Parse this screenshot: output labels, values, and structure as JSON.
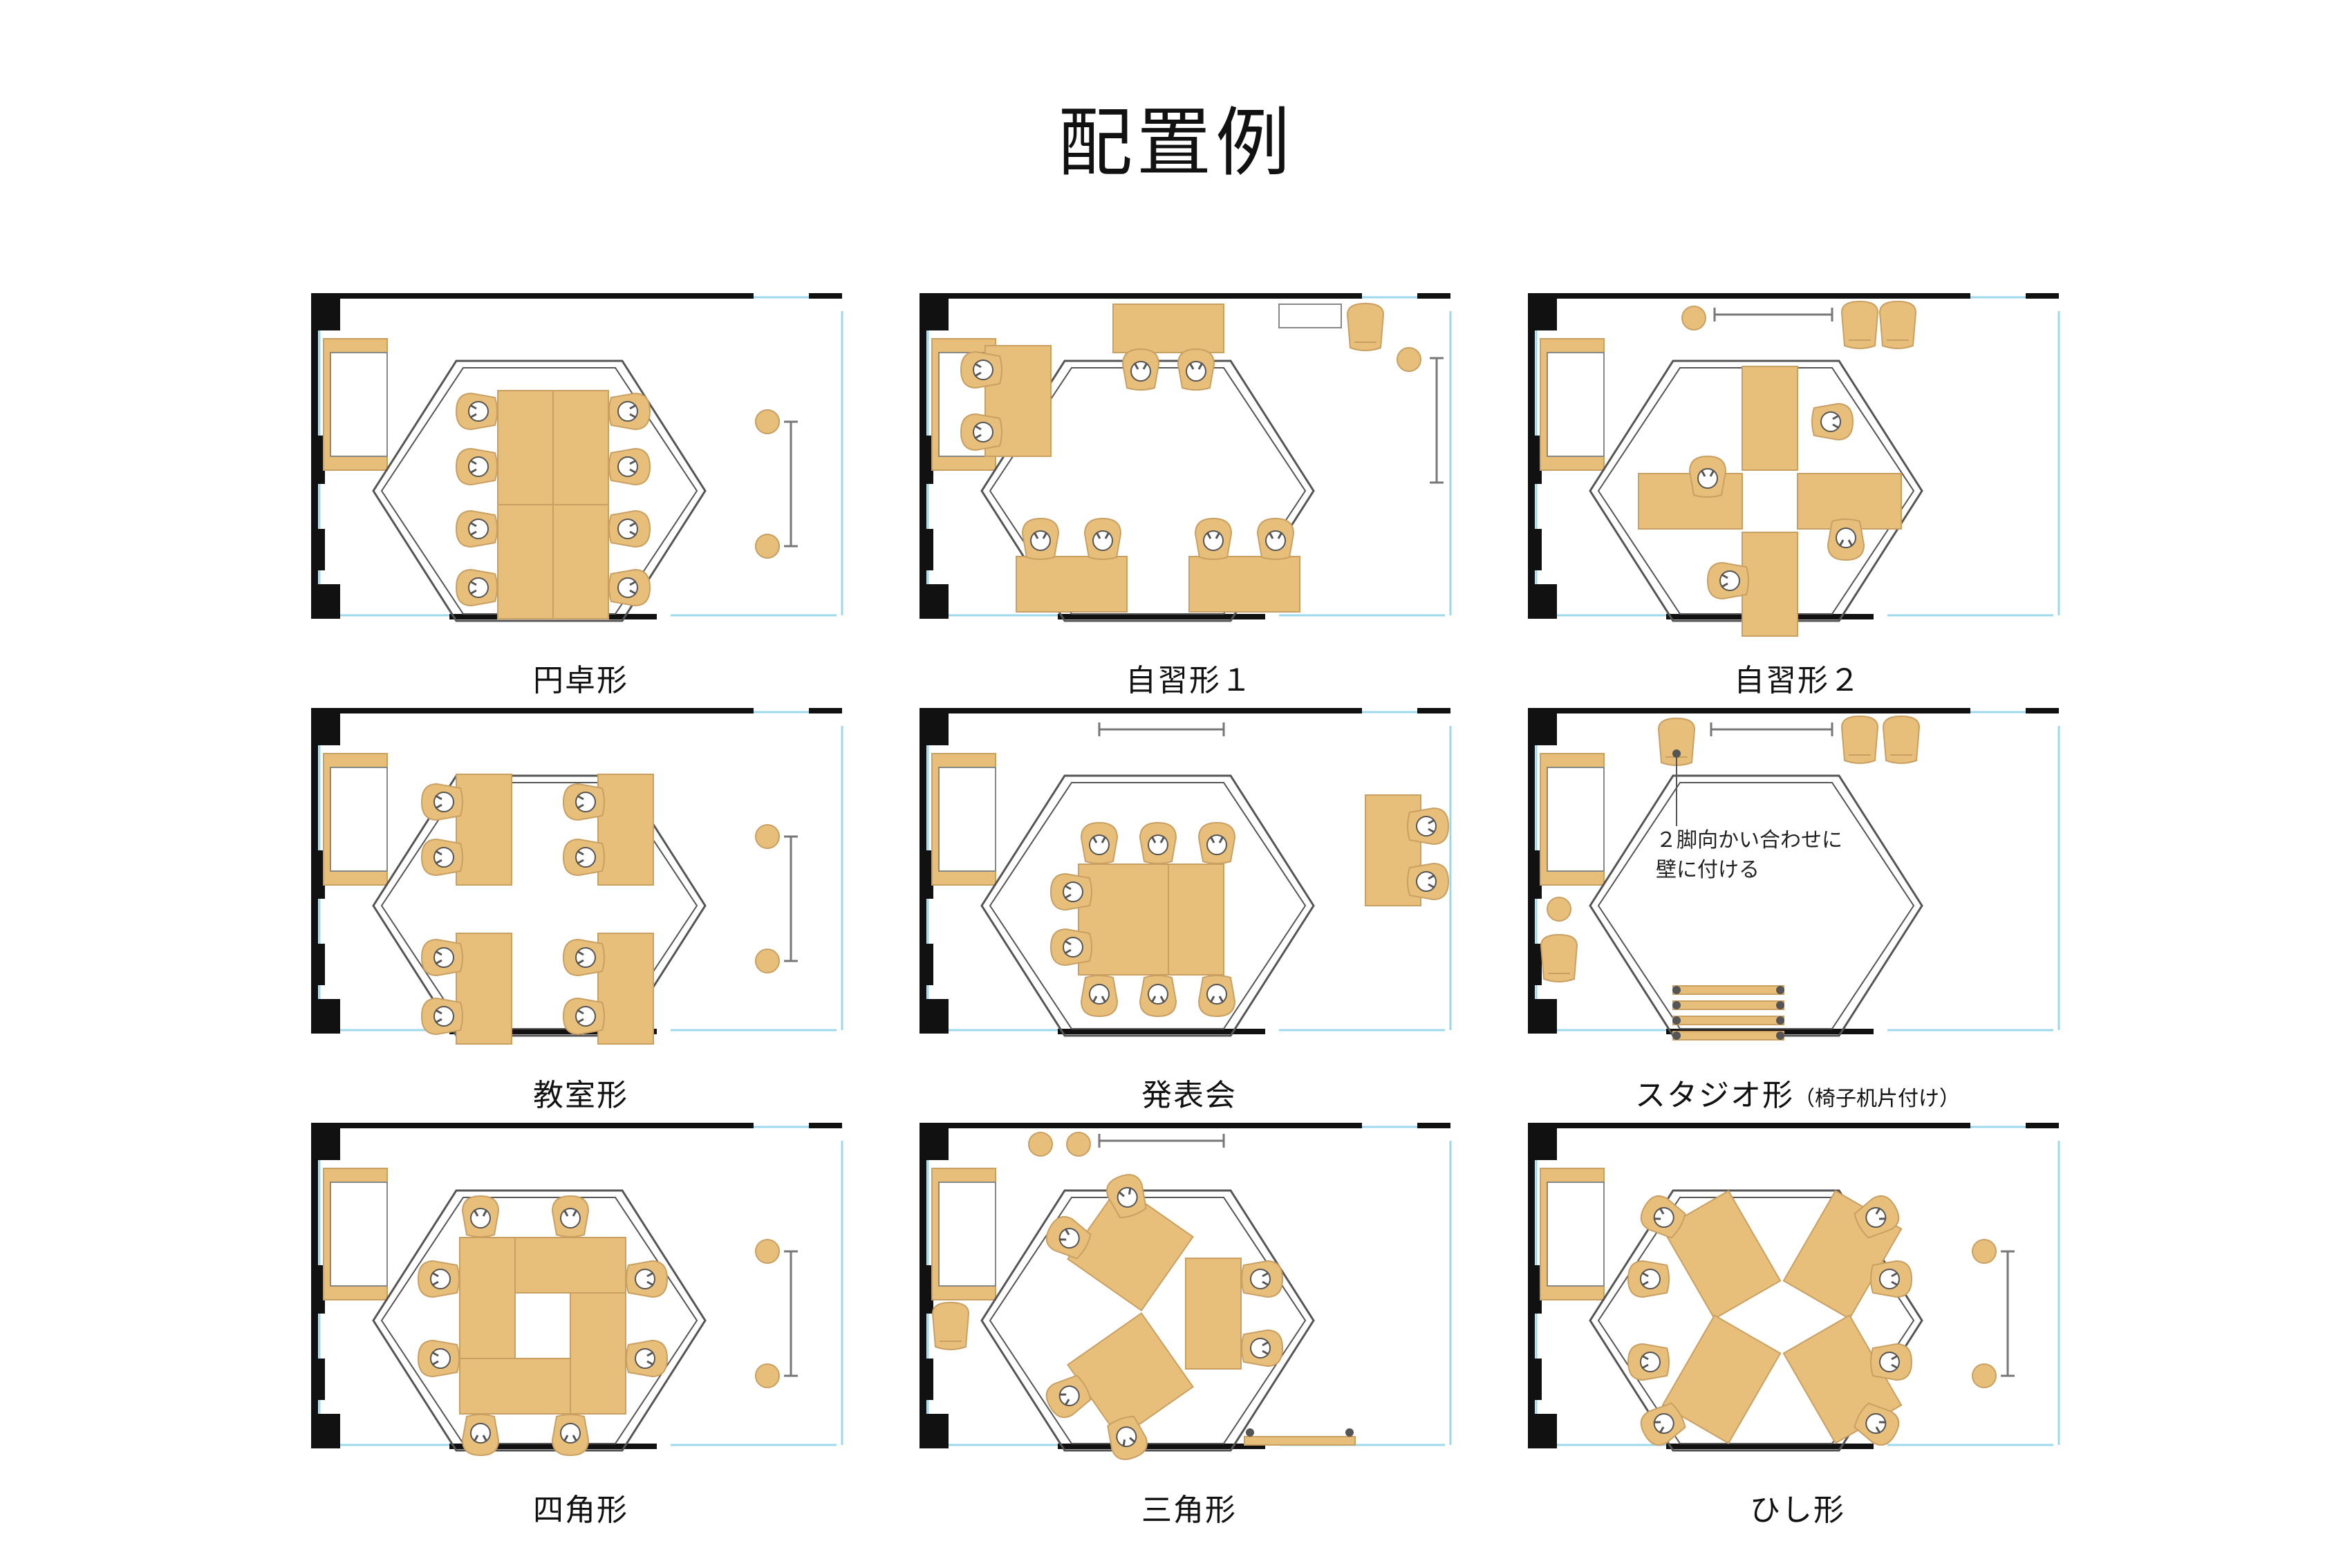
{
  "title": "配置例",
  "colors": {
    "wood": "#E7BF7A",
    "wood_stroke": "#C9A062",
    "wall": "#111111",
    "window": "#9ED8EE",
    "hexagon": "#555555",
    "chair": "#FFFFFF"
  },
  "panels": [
    {
      "label": "円卓形"
    },
    {
      "label": "自習形１"
    },
    {
      "label": "自習形２"
    },
    {
      "label": "教室形"
    },
    {
      "label": "発表会"
    },
    {
      "label": "スタジオ形",
      "sublabel": "（椅子机片付け）",
      "note_line1": "２脚向かい合わせに",
      "note_line2": "壁に付ける"
    },
    {
      "label": "四角形"
    },
    {
      "label": "三角形"
    },
    {
      "label": "ひし形"
    }
  ]
}
